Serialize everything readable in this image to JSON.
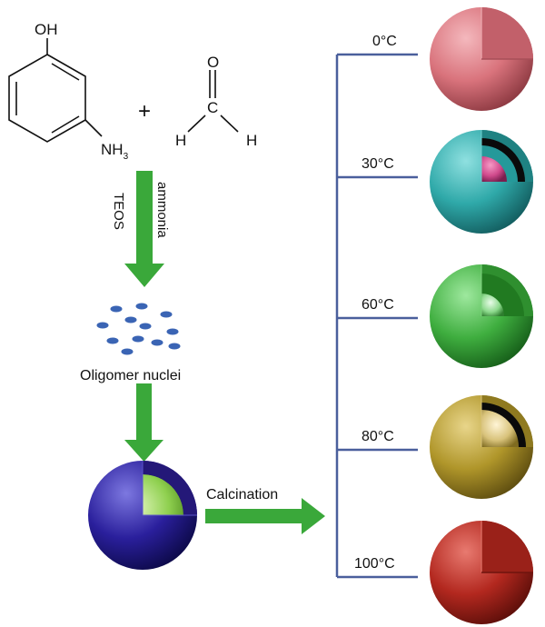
{
  "reagents": {
    "phenol_oh": "OH",
    "amine_nh": "NH",
    "amine_sub": "3",
    "plus": "+",
    "aldehyde_o": "O",
    "aldehyde_c": "C",
    "aldehyde_h_left": "H",
    "aldehyde_h_right": "H"
  },
  "step1": {
    "left_label": "TEOS",
    "right_label": "ammonia"
  },
  "nuclei_label": "Oligomer nuclei",
  "calcination_label": "Calcination",
  "temperatures": [
    {
      "label": "0°C"
    },
    {
      "label": "30°C"
    },
    {
      "label": "60°C"
    },
    {
      "label": "80°C"
    },
    {
      "label": "100°C"
    }
  ],
  "colors": {
    "arrow": "#3aa83a",
    "branch_line": "#4a5f9c",
    "nuclei": "#3a64b4",
    "sphere_0": "#d9737c",
    "sphere_30_shell": "#2fa9a9",
    "sphere_30_core": "#d04a8c",
    "sphere_60": "#3fae3f",
    "sphere_80": "#b0962a",
    "sphere_100": "#b3281f",
    "composite_shell": "#2a1f9c",
    "composite_core": "#8fd04f"
  }
}
